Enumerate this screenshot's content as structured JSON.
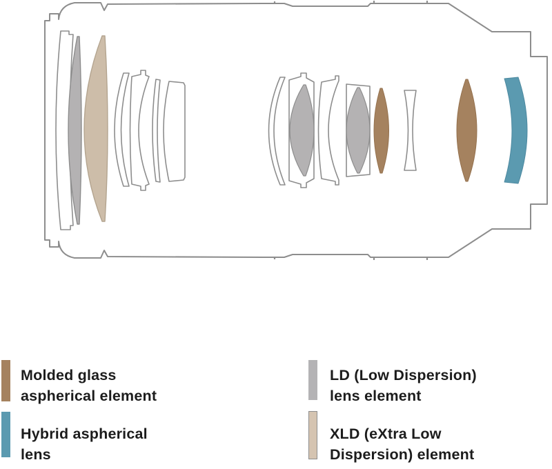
{
  "diagram": {
    "outline_color": "#8d8d8d",
    "element_colors": {
      "standard": "#ffffff",
      "ld": "#b4b2b3",
      "xld": "#cdbda9",
      "molded_aspherical": "#a5825f",
      "hybrid_aspherical": "#5b9ab0"
    },
    "elements": [
      {
        "id": "ld-element-1",
        "type": "LD (Low Dispersion) lens element"
      },
      {
        "id": "xld-element",
        "type": "XLD (eXtra Low Dispersion) element"
      },
      {
        "id": "ld-element-2",
        "type": "LD (Low Dispersion) lens element"
      },
      {
        "id": "ld-element-3",
        "type": "LD (Low Dispersion) lens element"
      },
      {
        "id": "molded-aspherical-element-1",
        "type": "Molded glass aspherical element"
      },
      {
        "id": "molded-aspherical-element-2",
        "type": "Molded glass aspherical element"
      },
      {
        "id": "hybrid-aspherical-element",
        "type": "Hybrid aspherical lens"
      }
    ]
  },
  "legend": {
    "items": [
      {
        "id": "molded",
        "label_line1": "Molded glass",
        "label_line2": "aspherical element",
        "color": "#a5825f"
      },
      {
        "id": "hybrid",
        "label_line1": "Hybrid aspherical",
        "label_line2": "lens",
        "color": "#5b9ab0"
      },
      {
        "id": "ld",
        "label_line1": "LD (Low Dispersion)",
        "label_line2": "lens element",
        "color": "#b4b3b5"
      },
      {
        "id": "xld",
        "label_line1": "XLD (eXtra Low",
        "label_line2": "Dispersion) element",
        "color": "#d5c4b1"
      }
    ]
  }
}
